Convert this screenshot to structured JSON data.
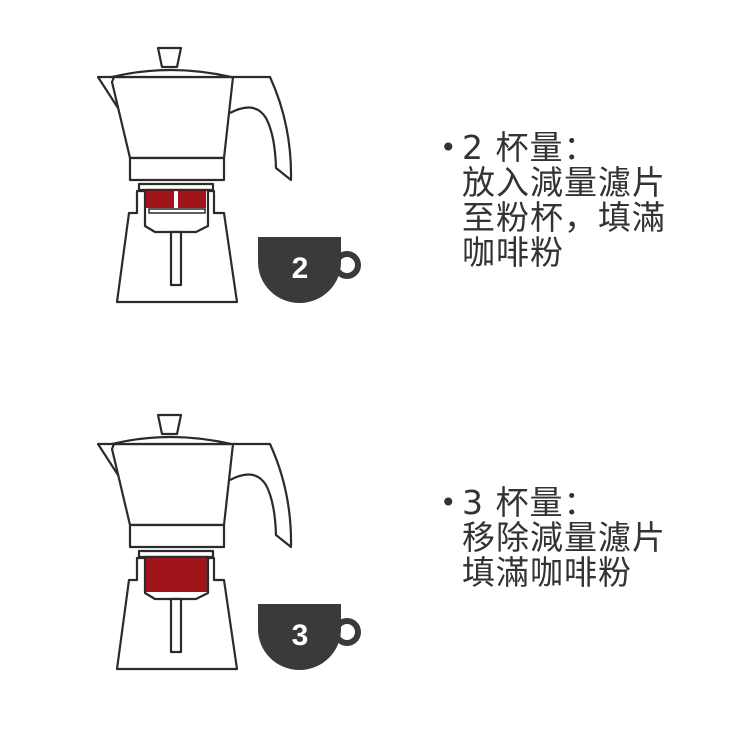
{
  "steps": [
    {
      "cups": "2",
      "bullet": "•",
      "lines": [
        "2 杯量：",
        "放入減量濾片",
        "至粉杯，填滿",
        "咖啡粉"
      ],
      "basket": "reducer"
    },
    {
      "cups": "3",
      "bullet": "•",
      "lines": [
        "3 杯量：",
        "移除減量濾片",
        "填滿咖啡粉"
      ],
      "basket": "full"
    }
  ],
  "colors": {
    "line": "#2b2b2b",
    "coffee": "#a01519",
    "cup": "#3a3a3a",
    "text": "#333333"
  }
}
